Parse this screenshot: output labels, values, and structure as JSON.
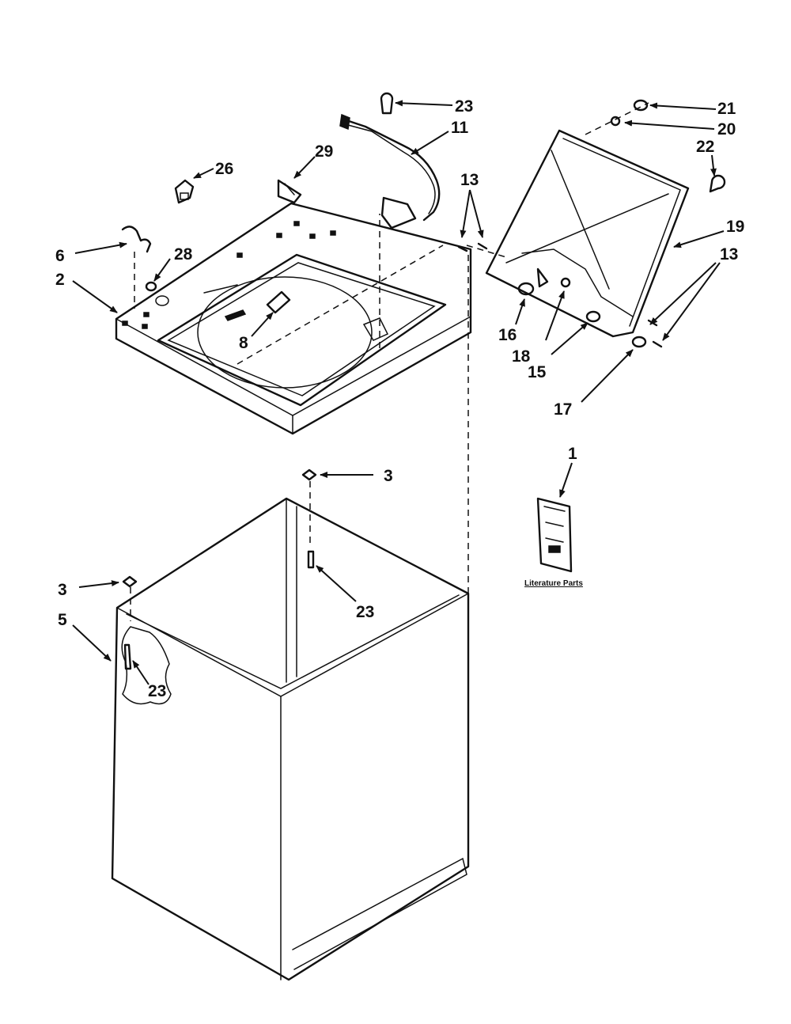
{
  "callouts": {
    "c1": "1",
    "c2": "2",
    "c3a": "3",
    "c3b": "3",
    "c5": "5",
    "c6": "6",
    "c8": "8",
    "c11": "11",
    "c13a": "13",
    "c13b": "13",
    "c15": "15",
    "c16": "16",
    "c17": "17",
    "c18": "18",
    "c19": "19",
    "c20": "20",
    "c21": "21",
    "c22": "22",
    "c23a": "23",
    "c23b": "23",
    "c23c": "23",
    "c26": "26",
    "c28": "28",
    "c29": "29"
  },
  "literature": {
    "caption": "Literature Parts"
  }
}
